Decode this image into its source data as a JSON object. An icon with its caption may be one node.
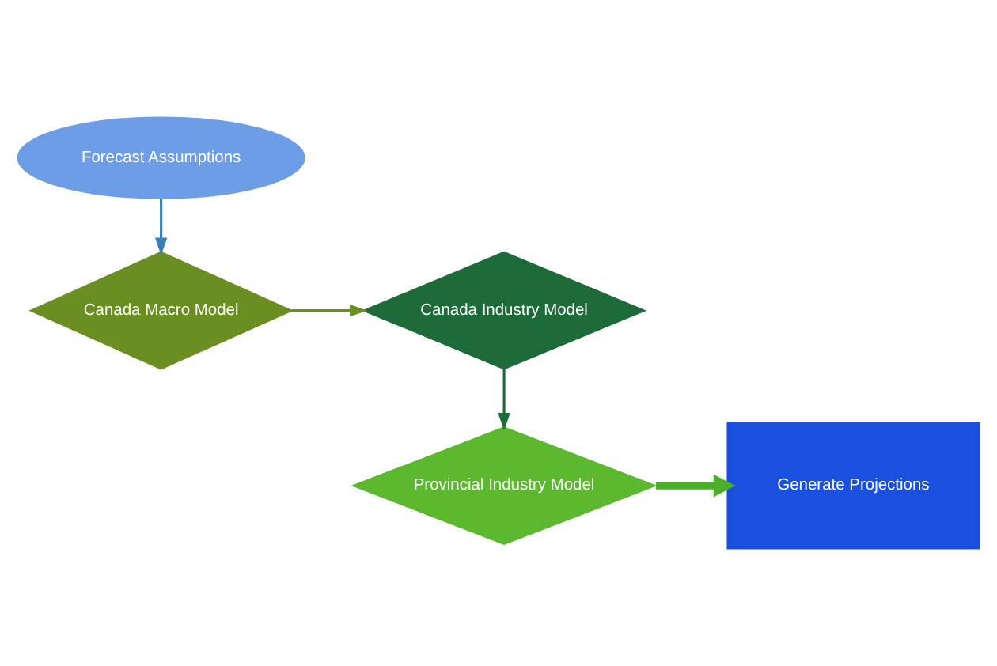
{
  "diagram": {
    "nodes": [
      {
        "text": [
          "Forecast Assumptions"
        ]
      },
      {
        "text": [
          "Canada Macro Model"
        ]
      },
      {
        "text": [
          "Canada Industry Model"
        ]
      },
      {
        "text": [
          "Provincial Industry Model"
        ]
      },
      {
        "text": [
          "Generate Projections"
        ]
      }
    ],
    "edges": [
      {
        "from": 0,
        "to": 1,
        "arrow": "to",
        "color": "#3a7fb5"
      },
      {
        "from": 1,
        "to": 2,
        "arrow": "to",
        "color": "#6b8e23"
      },
      {
        "from": 2,
        "to": 3,
        "arrow": "to",
        "color": "#1e6b3a"
      },
      {
        "from": 3,
        "to": 4,
        "arrow": "to",
        "style": "thick",
        "color": "#4caf2a"
      }
    ]
  }
}
